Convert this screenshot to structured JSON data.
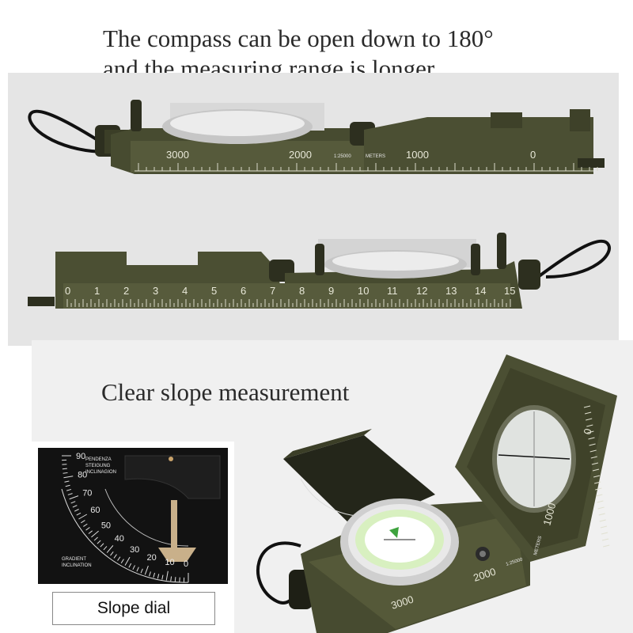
{
  "headline": {
    "line1": "The compass can be open down to 180°",
    "line2": "and the measuring range is longer."
  },
  "top_compass": {
    "scale_labels": [
      "3000",
      "2000",
      "1:25000",
      "METERS",
      "1000",
      "0"
    ]
  },
  "middle_compass": {
    "scale_labels": [
      "0",
      "1",
      "2",
      "3",
      "4",
      "5",
      "6",
      "7",
      "8",
      "9",
      "10",
      "11",
      "12",
      "13",
      "14",
      "15"
    ]
  },
  "subheading": "Clear slope measurement",
  "slope_dial": {
    "caption": "Slope dial",
    "title_lines": [
      "PENDENZA",
      "STEIGUNG",
      "INCLINAGION"
    ],
    "bottom_lines": [
      "GRADIENT",
      "INCLINATION"
    ],
    "degree_labels": [
      "90",
      "80",
      "70",
      "60",
      "50",
      "40",
      "30",
      "20",
      "10",
      "0"
    ]
  },
  "open_compass": {
    "scale_labels": [
      "0",
      "1000",
      "2000",
      "3000",
      "1:25000",
      "METERS"
    ]
  },
  "colors": {
    "olive_body": "#4b4f33",
    "olive_dark": "#343722",
    "metal": "#d0d0d0",
    "dial_black": "#111111"
  }
}
